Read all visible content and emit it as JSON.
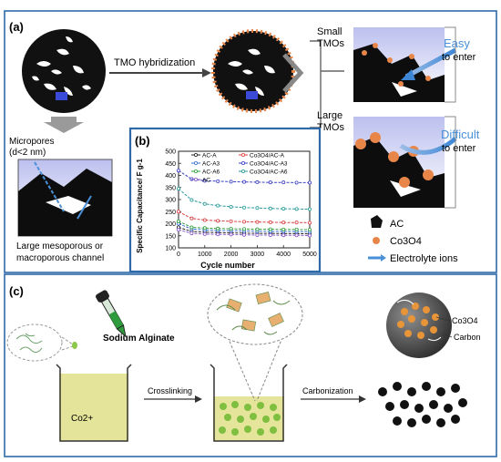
{
  "panel_a": {
    "label": "(a)",
    "arrow_text": "TMO hybridization",
    "micropores": "Micropores",
    "micropores_size": "(d<2 nm)",
    "channel_line1": "Large mesoporous or",
    "channel_line2": "macroporous channel",
    "small_line1": "Small",
    "small_line2": "TMOs",
    "large_line1": "Large",
    "large_line2": "TMOs",
    "easy": "Easy",
    "easy_sub": "to enter",
    "difficult": "Difficult",
    "difficult_sub": "to enter",
    "legend": {
      "ac": "AC",
      "co3o4": "Co3O4",
      "electrolyte": "Electrolyte ions"
    }
  },
  "panel_c": {
    "label": "(c)",
    "sodium_alginate": "Sodium Alginate",
    "co2": "Co2+",
    "crosslinking": "Crosslinking",
    "carbonization": "Carbonization",
    "co3o4": "Co3O4",
    "carbon": "Carbon"
  },
  "colors": {
    "blue_arrow": "#4a90d9",
    "frame": "#2f6aa8",
    "co3o4": "#e8864a",
    "solution": "#e4e49a",
    "bead": "#7fbf3f"
  },
  "chart_data": {
    "type": "line",
    "label": "(b)",
    "xlabel": "Cycle number",
    "ylabel": "Specific Capacitance/ F g-1",
    "xlim": [
      0,
      5000
    ],
    "ylim": [
      100,
      500
    ],
    "xticks": [
      "0",
      "1000",
      "2000",
      "3000",
      "4000",
      "5000"
    ],
    "yticks": [
      "100",
      "150",
      "200",
      "250",
      "300",
      "350",
      "400",
      "450",
      "500"
    ],
    "legend_placement": "top",
    "grid": false,
    "x": [
      0,
      500,
      1000,
      1500,
      2000,
      2500,
      3000,
      3500,
      4000,
      4500,
      5000
    ],
    "series": [
      {
        "name": "AC-A",
        "color": "#222222",
        "values": [
          185,
          168,
          165,
          163,
          162,
          161,
          160,
          160,
          159,
          159,
          158
        ]
      },
      {
        "name": "AC-A3",
        "color": "#3a6fd1",
        "values": [
          200,
          178,
          174,
          172,
          171,
          170,
          169,
          168,
          168,
          167,
          167
        ]
      },
      {
        "name": "AC-A6",
        "color": "#2e9c3d",
        "values": [
          210,
          185,
          182,
          180,
          179,
          178,
          177,
          177,
          176,
          176,
          175
        ]
      },
      {
        "name": "AC",
        "color": "#8a5ac8",
        "values": [
          175,
          160,
          157,
          156,
          155,
          154,
          153,
          153,
          152,
          152,
          151
        ]
      },
      {
        "name": "Co3O4/AC-A",
        "color": "#d94040",
        "values": [
          250,
          222,
          215,
          212,
          210,
          208,
          207,
          206,
          205,
          205,
          204
        ]
      },
      {
        "name": "Co3O4/AC-A3",
        "color": "#3b40c4",
        "values": [
          420,
          385,
          378,
          376,
          374,
          373,
          372,
          371,
          371,
          370,
          370
        ]
      },
      {
        "name": "Co3O4/AC-A6",
        "color": "#2a9a9a",
        "values": [
          345,
          298,
          282,
          275,
          270,
          267,
          265,
          263,
          262,
          261,
          260
        ]
      }
    ]
  }
}
